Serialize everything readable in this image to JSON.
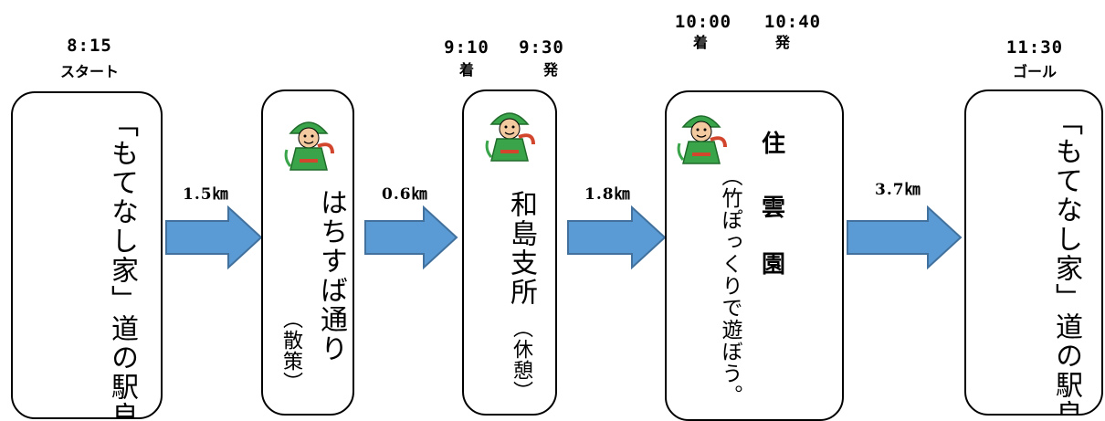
{
  "stops": [
    {
      "time": "8:15",
      "label": "スタート",
      "name": "「もてなし家」道の駅良寛の里わしま"
    },
    {
      "times": [
        "9:10",
        "9:30"
      ],
      "time_labels": [
        "着",
        "発"
      ],
      "name": "和島支所",
      "note": "（休憩）"
    },
    {
      "name": "はちすば通り",
      "note": "（散策）"
    },
    {
      "times": [
        "10:00",
        "10:40"
      ],
      "time_labels": [
        "着",
        "発"
      ],
      "name_chars": [
        "住",
        "雲",
        "園"
      ],
      "note": "（竹ぽっくりで遊ぼう。"
    },
    {
      "time": "11:30",
      "label": "ゴール",
      "name": "「もてなし家」道の駅良寛の里わしま"
    }
  ],
  "legs": [
    "1.5㎞",
    "0.6㎞",
    "1.8㎞",
    "3.7㎞"
  ],
  "colors": {
    "arrow_fill": "#5b9bd5",
    "arrow_stroke": "#41719c",
    "mascot_green": "#3aa44a",
    "mascot_skin": "#f3c9a0",
    "mascot_red": "#d2462e"
  }
}
